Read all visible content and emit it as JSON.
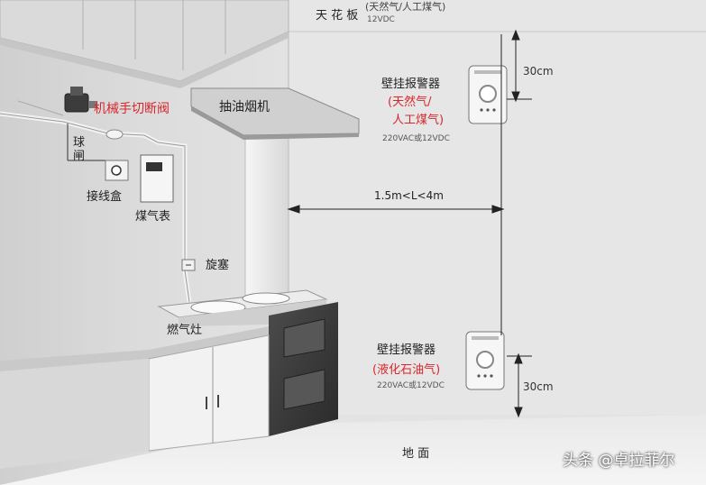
{
  "ceiling": {
    "label": "天 花 板",
    "gas_note": "(天然气/人工煤气)",
    "voltage": "12VDC"
  },
  "valve": {
    "label": "机械手切断阀"
  },
  "ball_valve": {
    "label_line1": "球",
    "label_line2": "闸"
  },
  "junction_box": {
    "label": "接线盒"
  },
  "gas_meter": {
    "label": "煤气表"
  },
  "plug": {
    "label": "旋塞"
  },
  "stove": {
    "label": "燃气灶"
  },
  "hood": {
    "label": "抽油烟机"
  },
  "alarm_top": {
    "title": "壁挂报警器",
    "gas_line1": "(天然气/",
    "gas_line2": "人工煤气)",
    "voltage": "220VAC或12VDC"
  },
  "alarm_bottom": {
    "title": "壁挂报警器",
    "gas": "(液化石油气)",
    "voltage": "220VAC或12VDC"
  },
  "distances": {
    "top": "30cm",
    "bottom": "30cm",
    "horizontal": "1.5m<L<4m"
  },
  "floor": {
    "label": "地 面"
  },
  "watermark": {
    "text": "头条 @卓拉菲尔"
  }
}
